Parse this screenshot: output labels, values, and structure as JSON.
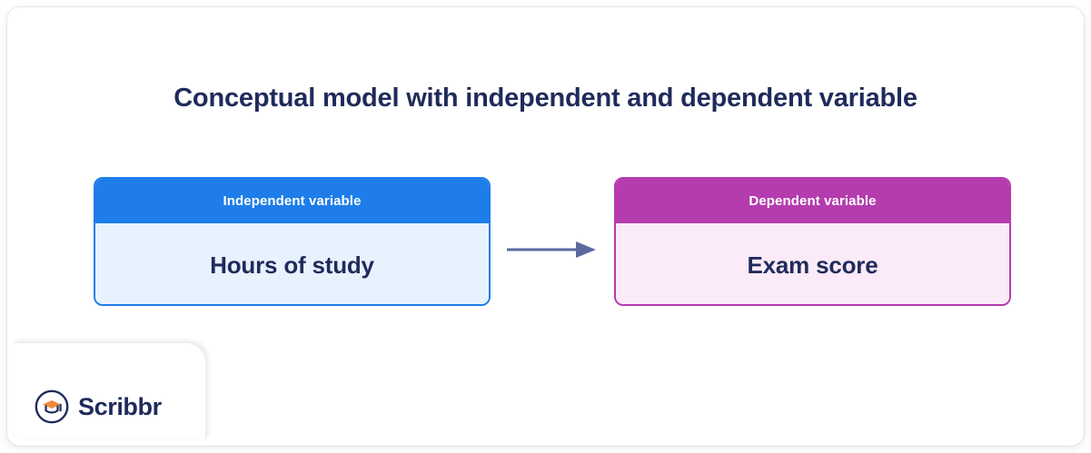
{
  "diagram": {
    "title": "Conceptual model with independent and dependent variable",
    "boxes": [
      {
        "role": "independent",
        "header": "Independent variable",
        "value": "Hours of study",
        "header_color": "#1e7de8",
        "body_color": "#e8f2fe"
      },
      {
        "role": "dependent",
        "header": "Dependent variable",
        "value": "Exam score",
        "header_color": "#b43cae",
        "body_color": "#fbeaf7"
      }
    ],
    "connector": {
      "type": "arrow-right",
      "color": "#5b6a9e",
      "from": "independent",
      "to": "dependent"
    }
  },
  "branding": {
    "logo_text": "Scribbr",
    "logo_icon": "scribbr-graduation-cap-icon",
    "color": "#1f2b5b"
  }
}
